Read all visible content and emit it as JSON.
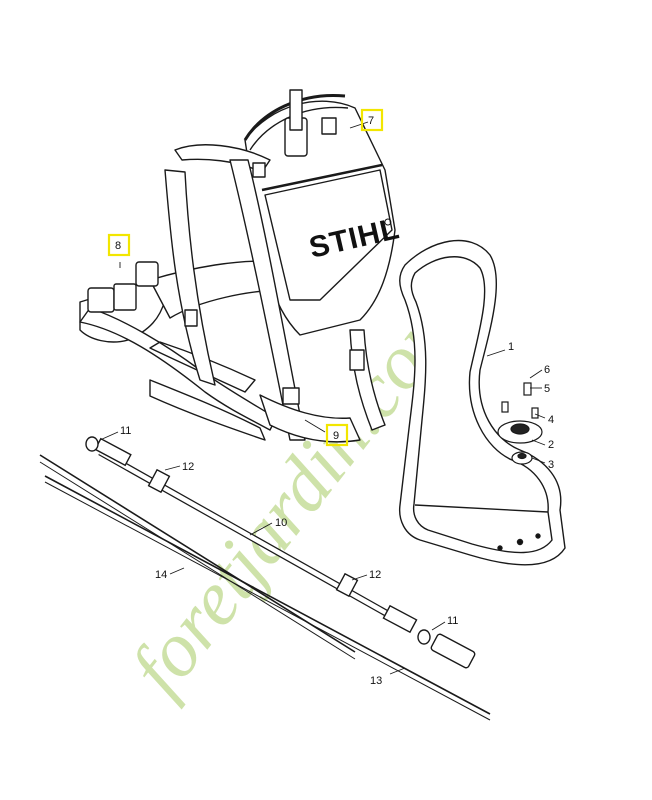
{
  "brand": {
    "logo_text": "STIHL"
  },
  "watermark": {
    "text": "foretjardin.com",
    "color_primary": "#c9dfa0",
    "color_accent": "#f0a050",
    "color_secondary": "#d8cfc4"
  },
  "highlight_color": "#f2e600",
  "parts": [
    {
      "label": "1"
    },
    {
      "label": "2"
    },
    {
      "label": "3"
    },
    {
      "label": "4"
    },
    {
      "label": "5"
    },
    {
      "label": "6"
    },
    {
      "label": "7"
    },
    {
      "label": "8"
    },
    {
      "label": "9"
    },
    {
      "label": "10"
    },
    {
      "label": "11"
    },
    {
      "label": "11"
    },
    {
      "label": "12"
    },
    {
      "label": "12"
    },
    {
      "label": "13"
    },
    {
      "label": "14"
    }
  ],
  "highlighted_labels": [
    "7",
    "8",
    "9"
  ]
}
